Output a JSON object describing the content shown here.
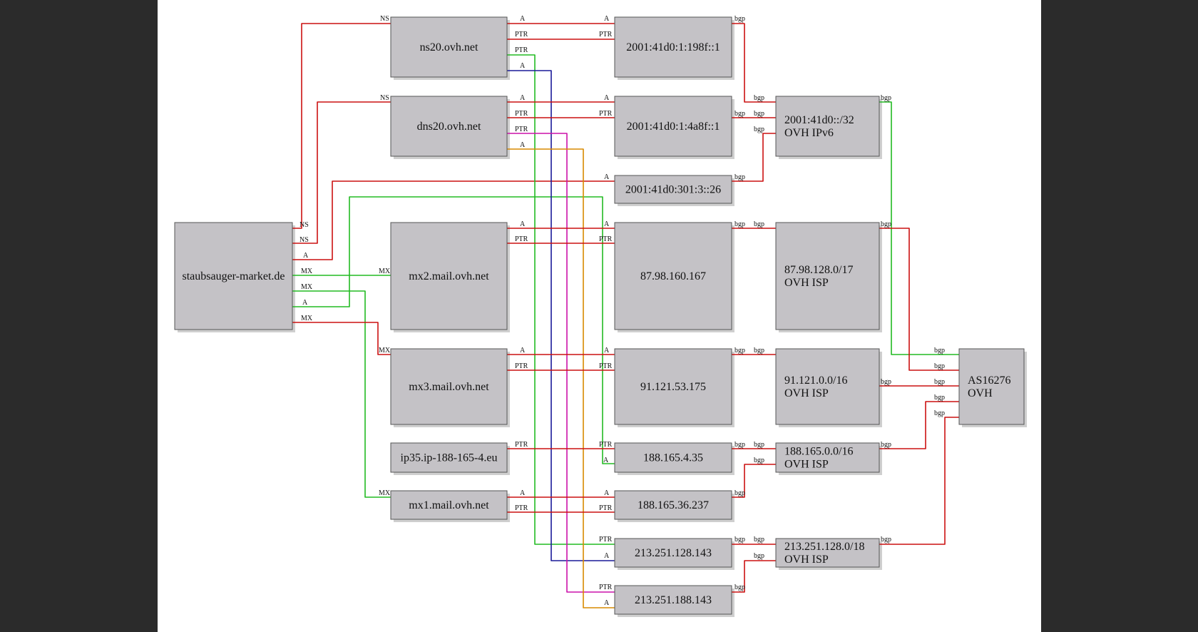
{
  "nodes": [
    {
      "id": "domain",
      "lines": [
        "staubsauger-market.de"
      ]
    },
    {
      "id": "ns20",
      "lines": [
        "ns20.ovh.net"
      ]
    },
    {
      "id": "dns20",
      "lines": [
        "dns20.ovh.net"
      ]
    },
    {
      "id": "mx2",
      "lines": [
        "mx2.mail.ovh.net"
      ]
    },
    {
      "id": "mx3",
      "lines": [
        "mx3.mail.ovh.net"
      ]
    },
    {
      "id": "ip35",
      "lines": [
        "ip35.ip-188-165-4.eu"
      ]
    },
    {
      "id": "mx1",
      "lines": [
        "mx1.mail.ovh.net"
      ]
    },
    {
      "id": "v6a",
      "lines": [
        "2001:41d0:1:198f::1"
      ]
    },
    {
      "id": "v6b",
      "lines": [
        "2001:41d0:1:4a8f::1"
      ]
    },
    {
      "id": "v6c",
      "lines": [
        "2001:41d0:301:3::26"
      ]
    },
    {
      "id": "ip1",
      "lines": [
        "87.98.160.167"
      ]
    },
    {
      "id": "ip2",
      "lines": [
        "91.121.53.175"
      ]
    },
    {
      "id": "ip3",
      "lines": [
        "188.165.4.35"
      ]
    },
    {
      "id": "ip4",
      "lines": [
        "188.165.36.237"
      ]
    },
    {
      "id": "ip5",
      "lines": [
        "213.251.128.143"
      ]
    },
    {
      "id": "ip6",
      "lines": [
        "213.251.188.143"
      ]
    },
    {
      "id": "pfx6",
      "lines": [
        "2001:41d0::/32",
        "OVH IPv6"
      ]
    },
    {
      "id": "pfx1",
      "lines": [
        "87.98.128.0/17",
        "OVH ISP"
      ]
    },
    {
      "id": "pfx2",
      "lines": [
        "91.121.0.0/16",
        "OVH ISP"
      ]
    },
    {
      "id": "pfx3",
      "lines": [
        "188.165.0.0/16",
        "OVH ISP"
      ]
    },
    {
      "id": "pfx4",
      "lines": [
        "213.251.128.0/18",
        "OVH ISP"
      ]
    },
    {
      "id": "asn",
      "lines": [
        "AS16276",
        "OVH"
      ]
    }
  ],
  "edge_labels": {
    "ns": "NS",
    "mx": "MX",
    "a": "A",
    "ptr": "PTR",
    "bgp": "bgp"
  },
  "colors": {
    "red": "#cc1111",
    "green": "#22bb22",
    "blue": "#1a1a99",
    "magenta": "#cc11aa",
    "orange": "#d98a00",
    "node_fill": "#c4c2c6",
    "node_stroke": "#555555",
    "shadow": "#cfcfcf"
  }
}
